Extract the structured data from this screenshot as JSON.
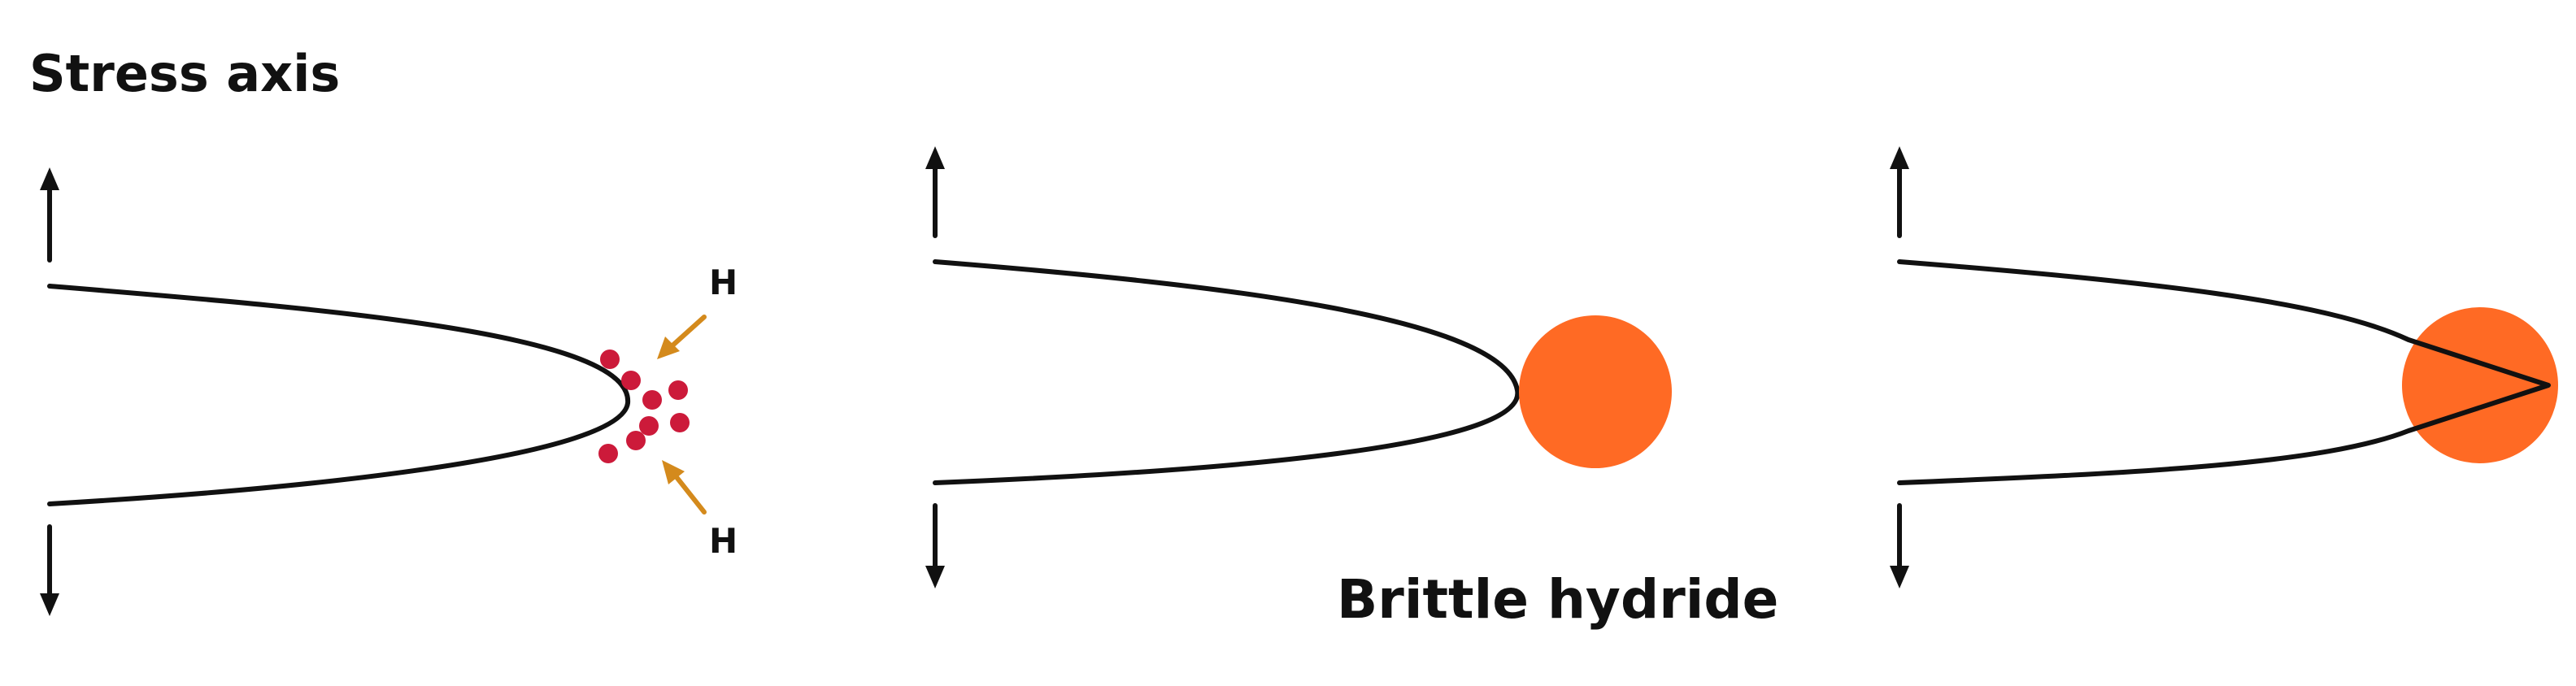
{
  "labels": {
    "stress_axis": "Stress axis",
    "hydrogen": "H",
    "brittle_hydride": "Brittle hydride"
  },
  "colors": {
    "hydrogen_atom": "#cc1a3a",
    "hydrogen_arrow": "#d48a1c",
    "hydride": "#ff6a24",
    "line": "#111111"
  },
  "panels": [
    {
      "id": "hydrogen-diffusion",
      "stage": 1
    },
    {
      "id": "hydride-formation",
      "stage": 2
    },
    {
      "id": "hydride-fracture",
      "stage": 3
    }
  ]
}
